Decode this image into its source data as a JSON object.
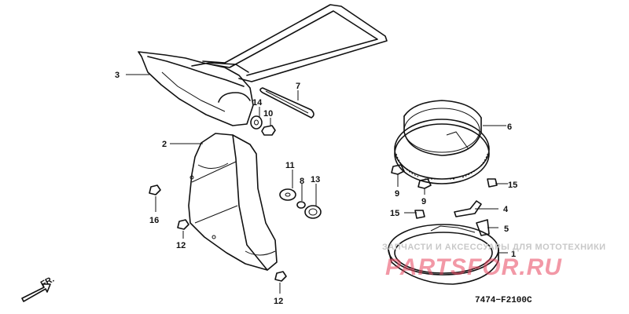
{
  "diagram": {
    "code": "7474−F2100C",
    "direction_label": "FR.",
    "callouts": [
      "1",
      "2",
      "3",
      "4",
      "5",
      "6",
      "7",
      "8",
      "9",
      "9",
      "10",
      "11",
      "12",
      "12",
      "13",
      "14",
      "15",
      "15",
      "16"
    ]
  },
  "watermark": {
    "tagline": "ЗАПЧАСТИ И АКСЕССУАРЫ ДЛЯ МОТОТЕХНИКИ",
    "logo": "PARTSFOR.RU"
  }
}
